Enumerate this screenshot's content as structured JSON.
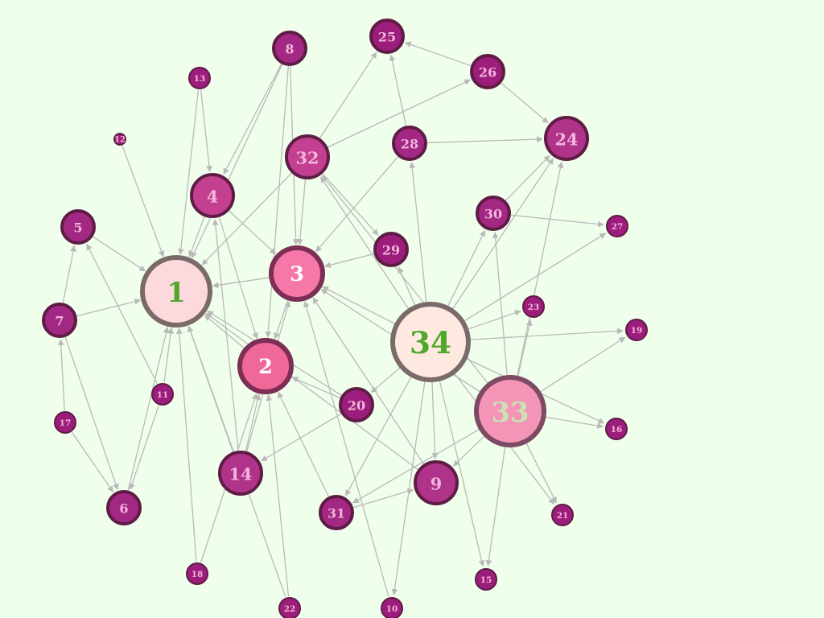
{
  "colors": {
    "background": "#f0feec",
    "edge": "#b9b9b9",
    "hub_fill": "#fde4da",
    "hub_stroke": "#7a6a6a",
    "hub_text": "#4fa82a"
  },
  "nodes": [
    {
      "id": "1",
      "label": "1",
      "fill": "#fcd9dc",
      "stroke": "#7a6a6a",
      "text": "#4fa82a",
      "weight": 5
    },
    {
      "id": "2",
      "label": "2",
      "fill": "#f06799",
      "stroke": "#7c2e55",
      "text": "#ffffff",
      "weight": 4
    },
    {
      "id": "3",
      "label": "3",
      "fill": "#f678a9",
      "stroke": "#7c2e55",
      "text": "#ffffff",
      "weight": 4
    },
    {
      "id": "4",
      "label": "4",
      "fill": "#c2408f",
      "stroke": "#5e1c44",
      "text": "#f2b6dc",
      "weight": 3
    },
    {
      "id": "5",
      "label": "5",
      "fill": "#a32883",
      "stroke": "#5e1c44",
      "text": "#f2b6dc",
      "weight": 2
    },
    {
      "id": "6",
      "label": "6",
      "fill": "#a32883",
      "stroke": "#5e1c44",
      "text": "#f2b6dc",
      "weight": 2
    },
    {
      "id": "7",
      "label": "7",
      "fill": "#a32883",
      "stroke": "#5e1c44",
      "text": "#f2b6dc",
      "weight": 2
    },
    {
      "id": "8",
      "label": "8",
      "fill": "#a32883",
      "stroke": "#5e1c44",
      "text": "#f2b6dc",
      "weight": 2
    },
    {
      "id": "9",
      "label": "9",
      "fill": "#b0338a",
      "stroke": "#5e1c44",
      "text": "#f2b6dc",
      "weight": 3
    },
    {
      "id": "10",
      "label": "10",
      "fill": "#9c1d7c",
      "stroke": "#5e1c44",
      "text": "#f2b6dc",
      "weight": 1
    },
    {
      "id": "11",
      "label": "11",
      "fill": "#9c1d7c",
      "stroke": "#5e1c44",
      "text": "#f2b6dc",
      "weight": 1
    },
    {
      "id": "12",
      "label": "12",
      "fill": "#9c1d7c",
      "stroke": "#5e1c44",
      "text": "#f2b6dc",
      "weight": 0
    },
    {
      "id": "13",
      "label": "13",
      "fill": "#9c1d7c",
      "stroke": "#5e1c44",
      "text": "#f2b6dc",
      "weight": 1
    },
    {
      "id": "14",
      "label": "14",
      "fill": "#b0338a",
      "stroke": "#5e1c44",
      "text": "#f2b6dc",
      "weight": 3
    },
    {
      "id": "15",
      "label": "15",
      "fill": "#9c1d7c",
      "stroke": "#5e1c44",
      "text": "#f2b6dc",
      "weight": 1
    },
    {
      "id": "16",
      "label": "16",
      "fill": "#9c1d7c",
      "stroke": "#5e1c44",
      "text": "#f2b6dc",
      "weight": 1
    },
    {
      "id": "17",
      "label": "17",
      "fill": "#9c1d7c",
      "stroke": "#5e1c44",
      "text": "#f2b6dc",
      "weight": 1
    },
    {
      "id": "18",
      "label": "18",
      "fill": "#9c1d7c",
      "stroke": "#5e1c44",
      "text": "#f2b6dc",
      "weight": 1
    },
    {
      "id": "19",
      "label": "19",
      "fill": "#9c1d7c",
      "stroke": "#5e1c44",
      "text": "#f2b6dc",
      "weight": 1
    },
    {
      "id": "20",
      "label": "20",
      "fill": "#9c1d7c",
      "stroke": "#5e1c44",
      "text": "#f2b6dc",
      "weight": 1.5
    },
    {
      "id": "21",
      "label": "21",
      "fill": "#9c1d7c",
      "stroke": "#5e1c44",
      "text": "#f2b6dc",
      "weight": 1
    },
    {
      "id": "22",
      "label": "22",
      "fill": "#9c1d7c",
      "stroke": "#5e1c44",
      "text": "#f2b6dc",
      "weight": 1
    },
    {
      "id": "23",
      "label": "23",
      "fill": "#9c1d7c",
      "stroke": "#5e1c44",
      "text": "#f2b6dc",
      "weight": 1
    },
    {
      "id": "24",
      "label": "24",
      "fill": "#b0338a",
      "stroke": "#5e1c44",
      "text": "#f2b6dc",
      "weight": 2.5
    },
    {
      "id": "25",
      "label": "25",
      "fill": "#9c1d7c",
      "stroke": "#5e1c44",
      "text": "#f2b6dc",
      "weight": 1.5
    },
    {
      "id": "26",
      "label": "26",
      "fill": "#9c1d7c",
      "stroke": "#5e1c44",
      "text": "#f2b6dc",
      "weight": 1.5
    },
    {
      "id": "27",
      "label": "27",
      "fill": "#9c1d7c",
      "stroke": "#5e1c44",
      "text": "#f2b6dc",
      "weight": 1
    },
    {
      "id": "28",
      "label": "28",
      "fill": "#a32883",
      "stroke": "#5e1c44",
      "text": "#f2b6dc",
      "weight": 2
    },
    {
      "id": "29",
      "label": "29",
      "fill": "#9c1d7c",
      "stroke": "#5e1c44",
      "text": "#f2b6dc",
      "weight": 1.5
    },
    {
      "id": "30",
      "label": "30",
      "fill": "#a32883",
      "stroke": "#5e1c44",
      "text": "#f2b6dc",
      "weight": 2
    },
    {
      "id": "31",
      "label": "31",
      "fill": "#a32883",
      "stroke": "#5e1c44",
      "text": "#f2b6dc",
      "weight": 2
    },
    {
      "id": "32",
      "label": "32",
      "fill": "#c2408f",
      "stroke": "#5e1c44",
      "text": "#f2b6dc",
      "weight": 3
    },
    {
      "id": "33",
      "label": "33",
      "fill": "#f495b8",
      "stroke": "#7c4a62",
      "text": "#c9e3b4",
      "weight": 5
    },
    {
      "id": "34",
      "label": "34",
      "fill": "#fde9e0",
      "stroke": "#7a6a6a",
      "text": "#4fa82a",
      "weight": 5.5
    }
  ],
  "edges": [
    [
      "12",
      "1"
    ],
    [
      "13",
      "1"
    ],
    [
      "13",
      "4"
    ],
    [
      "5",
      "1"
    ],
    [
      "7",
      "1"
    ],
    [
      "7",
      "5"
    ],
    [
      "7",
      "6"
    ],
    [
      "17",
      "7"
    ],
    [
      "17",
      "6"
    ],
    [
      "11",
      "1"
    ],
    [
      "11",
      "5"
    ],
    [
      "11",
      "6"
    ],
    [
      "6",
      "1"
    ],
    [
      "4",
      "1"
    ],
    [
      "4",
      "3"
    ],
    [
      "4",
      "2"
    ],
    [
      "8",
      "1"
    ],
    [
      "8",
      "4"
    ],
    [
      "8",
      "3"
    ],
    [
      "8",
      "2"
    ],
    [
      "3",
      "1"
    ],
    [
      "3",
      "2"
    ],
    [
      "2",
      "1"
    ],
    [
      "14",
      "1"
    ],
    [
      "14",
      "2"
    ],
    [
      "14",
      "3"
    ],
    [
      "14",
      "4"
    ],
    [
      "18",
      "1"
    ],
    [
      "18",
      "2"
    ],
    [
      "22",
      "1"
    ],
    [
      "22",
      "2"
    ],
    [
      "20",
      "1"
    ],
    [
      "20",
      "2"
    ],
    [
      "20",
      "14"
    ],
    [
      "9",
      "1"
    ],
    [
      "9",
      "3"
    ],
    [
      "31",
      "2"
    ],
    [
      "31",
      "9"
    ],
    [
      "10",
      "3"
    ],
    [
      "32",
      "1"
    ],
    [
      "32",
      "25"
    ],
    [
      "32",
      "26"
    ],
    [
      "32",
      "29"
    ],
    [
      "32",
      "3"
    ],
    [
      "28",
      "3"
    ],
    [
      "28",
      "25"
    ],
    [
      "28",
      "24"
    ],
    [
      "29",
      "3"
    ],
    [
      "26",
      "25"
    ],
    [
      "26",
      "24"
    ],
    [
      "34",
      "3"
    ],
    [
      "34",
      "9"
    ],
    [
      "34",
      "10"
    ],
    [
      "34",
      "15"
    ],
    [
      "34",
      "16"
    ],
    [
      "34",
      "19"
    ],
    [
      "34",
      "20"
    ],
    [
      "34",
      "21"
    ],
    [
      "34",
      "23"
    ],
    [
      "34",
      "24"
    ],
    [
      "34",
      "27"
    ],
    [
      "34",
      "28"
    ],
    [
      "34",
      "29"
    ],
    [
      "34",
      "30"
    ],
    [
      "34",
      "31"
    ],
    [
      "34",
      "32"
    ],
    [
      "33",
      "3"
    ],
    [
      "33",
      "9"
    ],
    [
      "33",
      "15"
    ],
    [
      "33",
      "16"
    ],
    [
      "33",
      "19"
    ],
    [
      "33",
      "21"
    ],
    [
      "33",
      "23"
    ],
    [
      "33",
      "24"
    ],
    [
      "33",
      "30"
    ],
    [
      "33",
      "31"
    ],
    [
      "33",
      "32"
    ],
    [
      "30",
      "24"
    ],
    [
      "30",
      "27"
    ]
  ]
}
